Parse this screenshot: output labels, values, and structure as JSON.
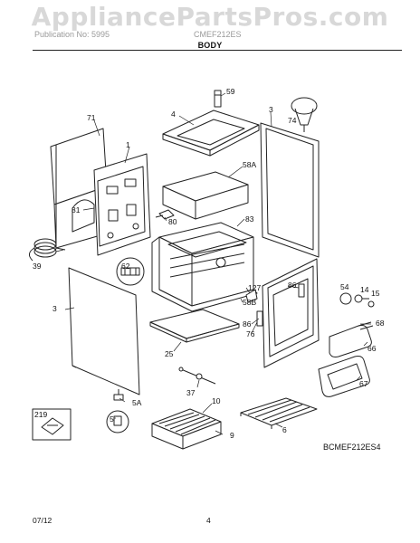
{
  "watermark": "AppliancePartsPros.com",
  "header": {
    "left": "Publication No: 5995",
    "right": "CMEF212ES"
  },
  "section_title": "BODY",
  "diagram_code": "BCMEF212ES4",
  "footer": {
    "date": "07/12",
    "page": "4"
  },
  "part_labels": [
    "71",
    "1",
    "4",
    "59",
    "3",
    "74",
    "58A",
    "81",
    "80",
    "83",
    "39",
    "62",
    "127",
    "58B",
    "86",
    "54",
    "14",
    "15",
    "68",
    "3",
    "25",
    "86",
    "76",
    "66",
    "67",
    "37",
    "10",
    "5A",
    "219",
    "5",
    "9",
    "6"
  ]
}
